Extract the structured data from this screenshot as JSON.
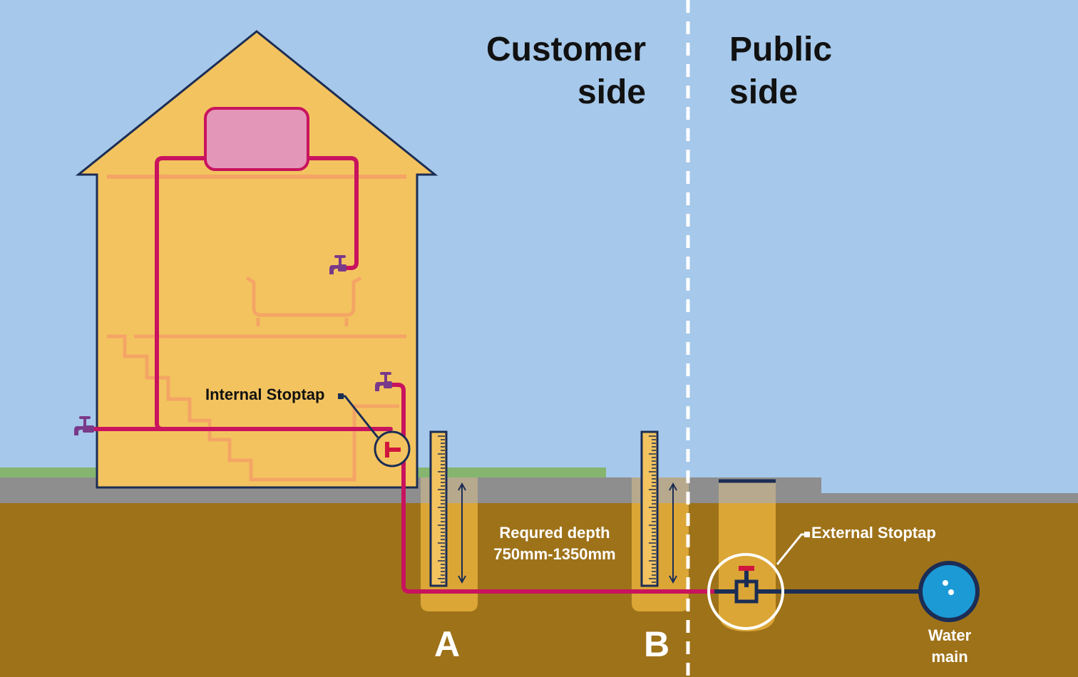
{
  "sides": {
    "customer": "Customer\nside",
    "public": "Public\nside"
  },
  "labels": {
    "internal_stoptap": "Internal Stoptap",
    "external_stoptap": "External Stoptap",
    "required_depth": "Requred depth\n750mm-1350mm",
    "water_main": "Water\nmain",
    "pit_a": "A",
    "pit_b": "B"
  },
  "colors": {
    "sky": "#a6c8ea",
    "ground": "#9e7219",
    "pavement": "#8e8e8e",
    "grass": "#86b56f",
    "house": "#f3c35f",
    "outline": "#1b2d55",
    "supply_pipe": "#c8135e",
    "tank": "#e396b8",
    "tap": "#7a3a8a",
    "pit": "#dba636",
    "water_main": "#1c9ad6",
    "stoptap_handle": "#d0163d"
  },
  "icons": [
    "tap-icon",
    "stoptap-icon",
    "ruler-icon",
    "water-main-icon",
    "water-tank-icon",
    "bathtub-icon",
    "staircase-icon"
  ]
}
